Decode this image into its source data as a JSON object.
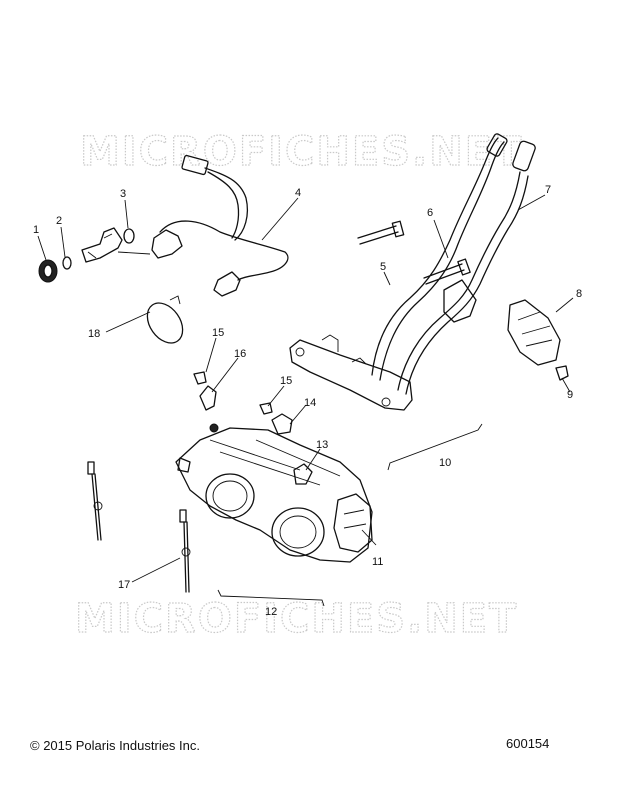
{
  "watermark": "MICROFICHES.NET",
  "footer": {
    "copyright": "© 2015 Polaris Industries Inc.",
    "drawing_number": "600154"
  },
  "callouts": [
    "1",
    "2",
    "3",
    "4",
    "5",
    "6",
    "7",
    "8",
    "9",
    "10",
    "11",
    "12",
    "13",
    "14",
    "15",
    "15",
    "16",
    "17",
    "18"
  ]
}
